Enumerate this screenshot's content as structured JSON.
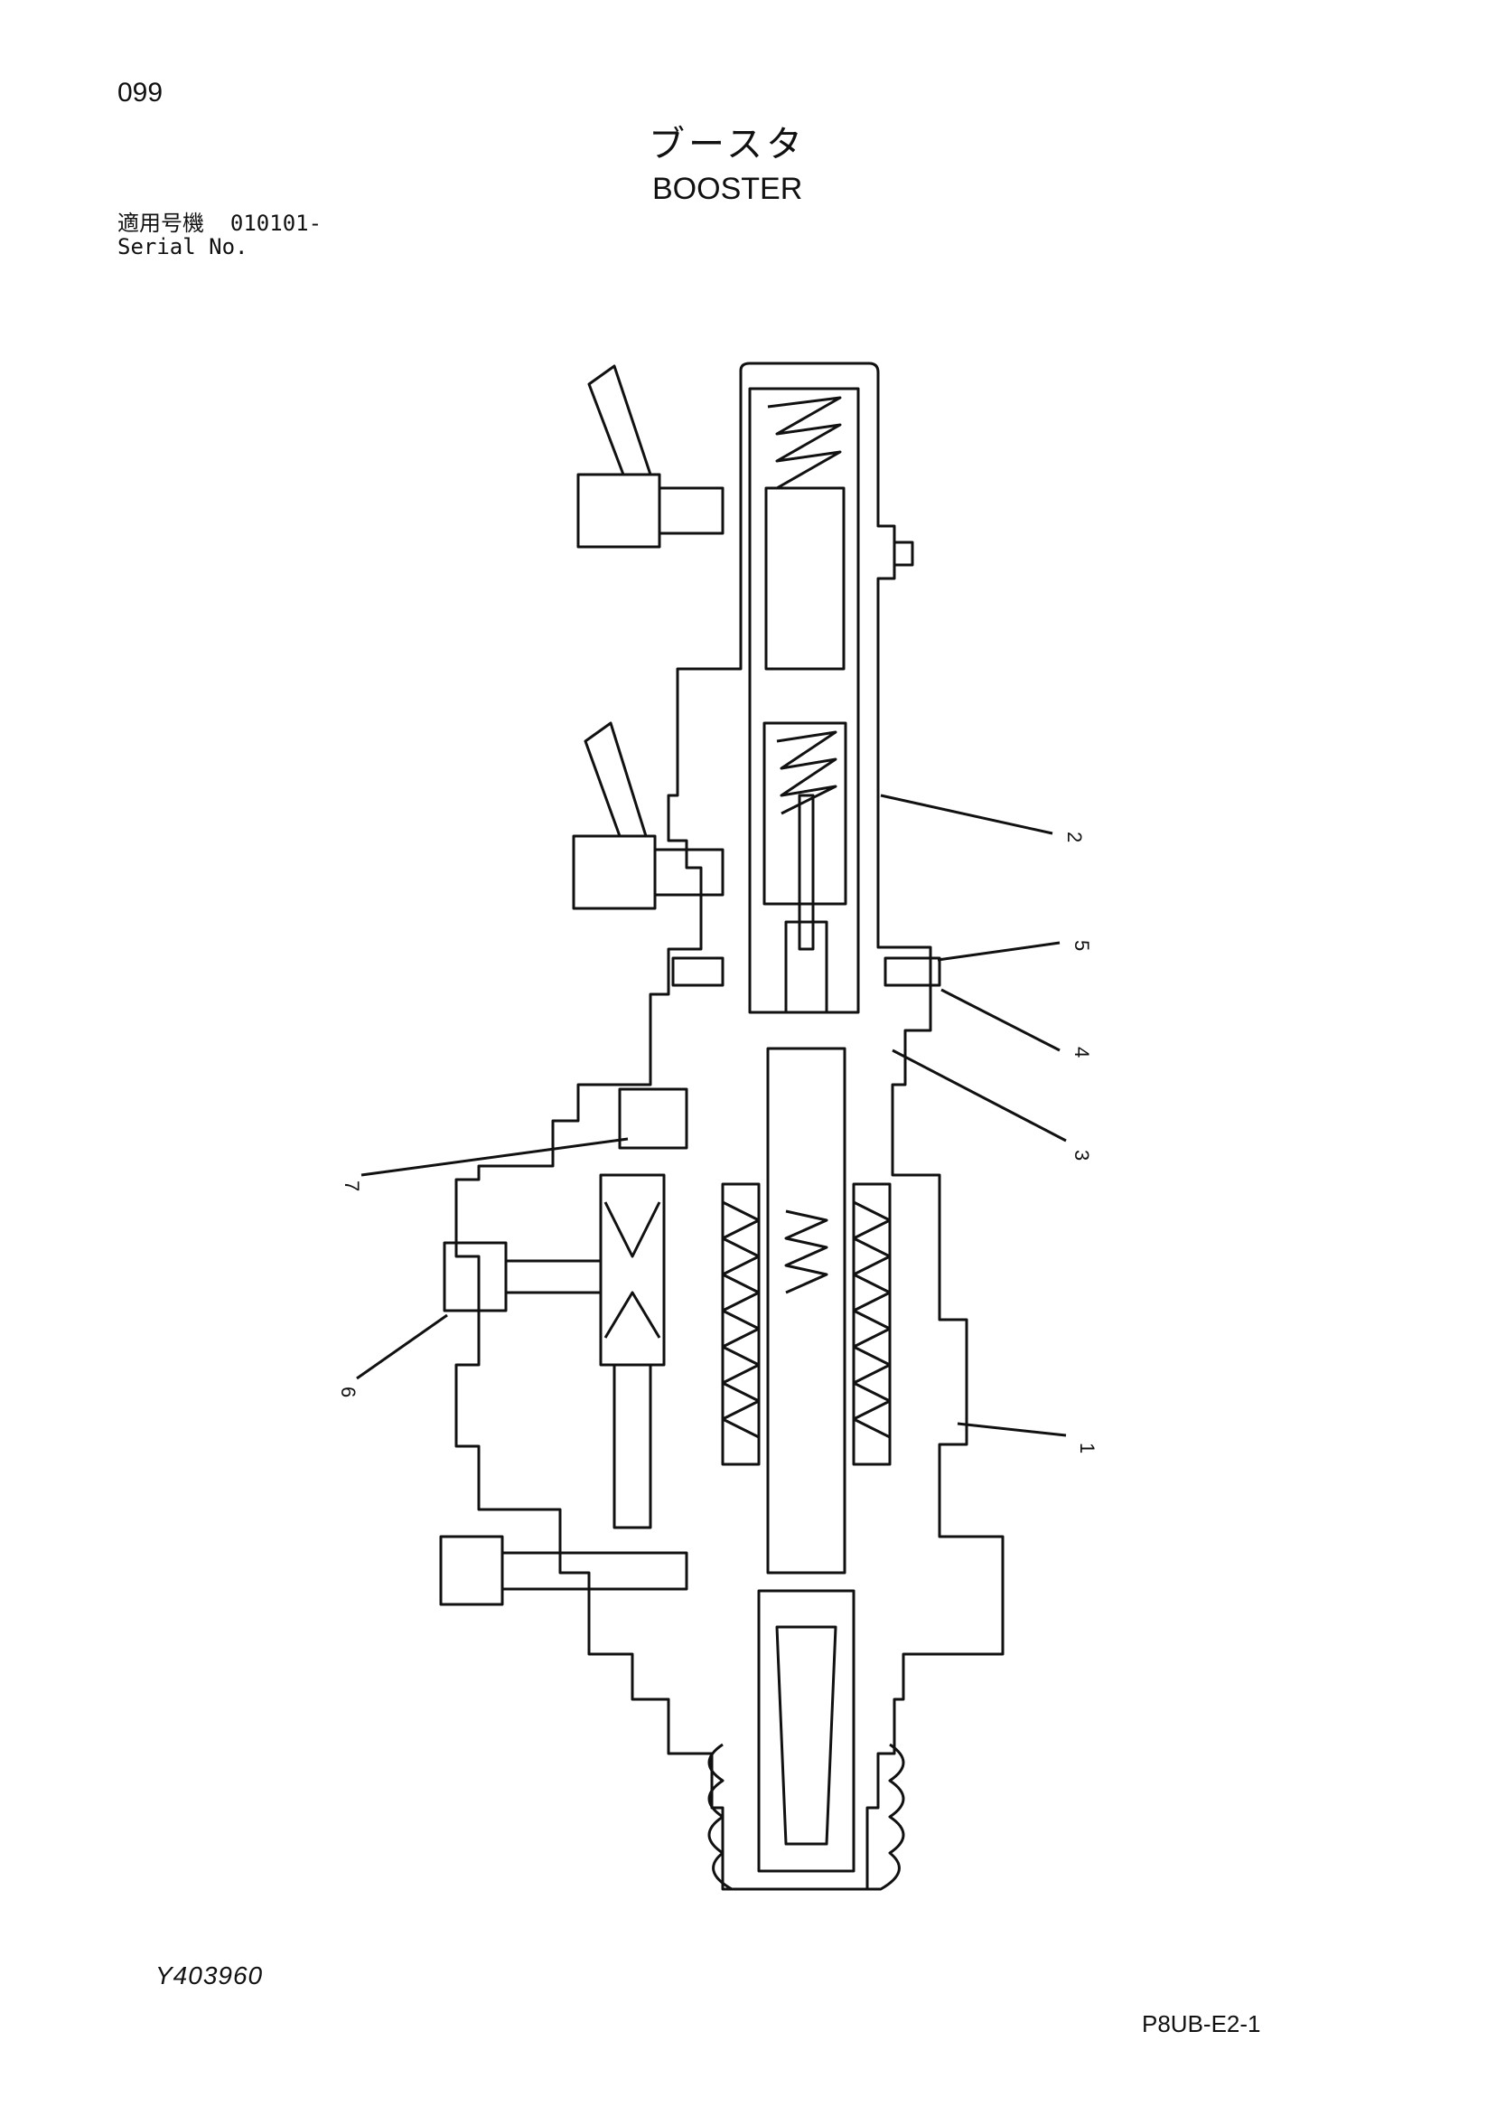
{
  "header": {
    "page_number": "099",
    "title_jp": "ブースタ",
    "title_en": "BOOSTER",
    "serial_label_jp": "適用号機",
    "serial_value": "010101-",
    "serial_label_en": "Serial No."
  },
  "callouts": [
    "1",
    "2",
    "3",
    "4",
    "5",
    "6",
    "7"
  ],
  "footer": {
    "drawing_number": "Y403960",
    "sheet_code": "P8UB-E2-1"
  }
}
